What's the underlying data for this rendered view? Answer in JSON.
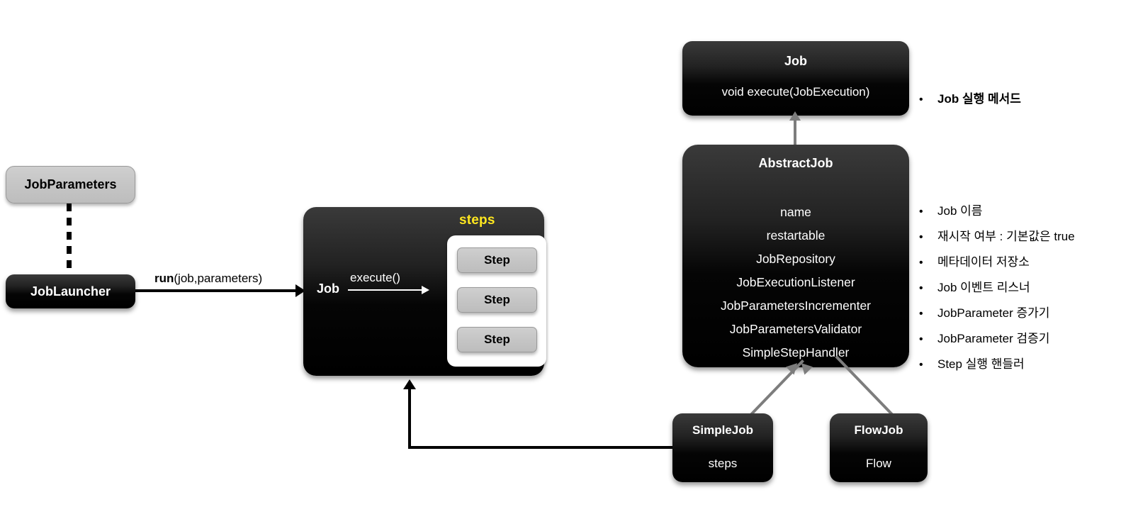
{
  "diagram": {
    "title": "Spring Batch Job structure",
    "colors": {
      "accent_yellow": "#ffe71f",
      "node_dark": "#000000",
      "node_light": "#c6c6c6",
      "inheritance_arrow": "#7d7d7d",
      "flow_arrow": "#000000"
    }
  },
  "left": {
    "job_parameters": {
      "label": "JobParameters"
    },
    "job_launcher": {
      "label": "JobLauncher"
    },
    "run_edge": {
      "bold_part": "run",
      "rest": "(job,parameters)"
    }
  },
  "middle": {
    "container_label": "Job",
    "steps_label": "steps",
    "execute_label": "execute()",
    "steps": [
      {
        "label": "Step"
      },
      {
        "label": "Step"
      },
      {
        "label": "Step"
      }
    ]
  },
  "right": {
    "job_interface": {
      "title": "Job",
      "method": "void execute(JobExecution)"
    },
    "abstract_job": {
      "title": "AbstractJob",
      "fields": [
        "name",
        "restartable",
        "JobRepository",
        "JobExecutionListener",
        "JobParametersIncrementer",
        "JobParametersValidator",
        "SimpleStepHandler"
      ]
    },
    "simple_job": {
      "title": "SimpleJob",
      "field": "steps"
    },
    "flow_job": {
      "title": "FlowJob",
      "field": "Flow"
    }
  },
  "notes": {
    "bullet_char": "•",
    "top": [
      "Job 실행 메서드"
    ],
    "fields": [
      "Job 이름",
      "재시작 여부 : 기본값은 true",
      "메타데이터 저장소",
      "Job 이벤트 리스너",
      "JobParameter  증가기",
      "JobParameter  검증기",
      "Step 실행 핸들러"
    ]
  }
}
